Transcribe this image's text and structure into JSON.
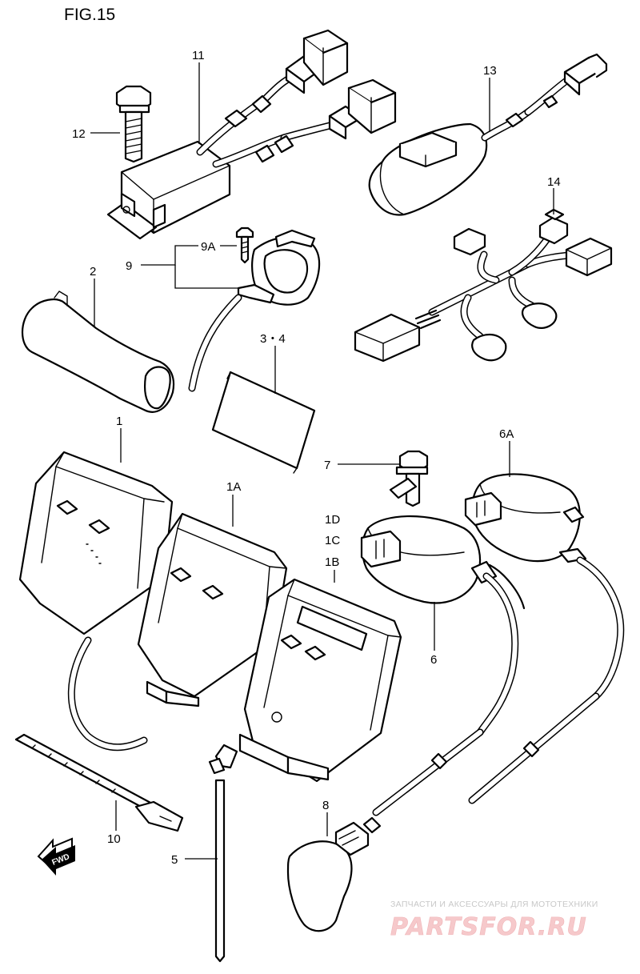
{
  "figure": {
    "title": "FIG.15"
  },
  "labels": [
    {
      "id": "11",
      "text": "11"
    },
    {
      "id": "12",
      "text": "12"
    },
    {
      "id": "13",
      "text": "13"
    },
    {
      "id": "14",
      "text": "14"
    },
    {
      "id": "9A",
      "text": "9A"
    },
    {
      "id": "9",
      "text": "9"
    },
    {
      "id": "2",
      "text": "2"
    },
    {
      "id": "3-4",
      "text": "3・4"
    },
    {
      "id": "1",
      "text": "1"
    },
    {
      "id": "1A",
      "text": "1A"
    },
    {
      "id": "1D",
      "text": "1D"
    },
    {
      "id": "1C",
      "text": "1C"
    },
    {
      "id": "1B",
      "text": "1B"
    },
    {
      "id": "7",
      "text": "7"
    },
    {
      "id": "6A",
      "text": "6A"
    },
    {
      "id": "6",
      "text": "6"
    },
    {
      "id": "8",
      "text": "8"
    },
    {
      "id": "10",
      "text": "10"
    },
    {
      "id": "5",
      "text": "5"
    }
  ],
  "fwd_arrow": {
    "text": "FWD"
  },
  "watermark": {
    "caption": "ЗАПЧАСТИ И АКСЕССУАРЫ ДЛЯ МОТОТЕХНИКИ",
    "brand": "PARTSFOR.RU",
    "brand_color": "#f6c9cb"
  }
}
